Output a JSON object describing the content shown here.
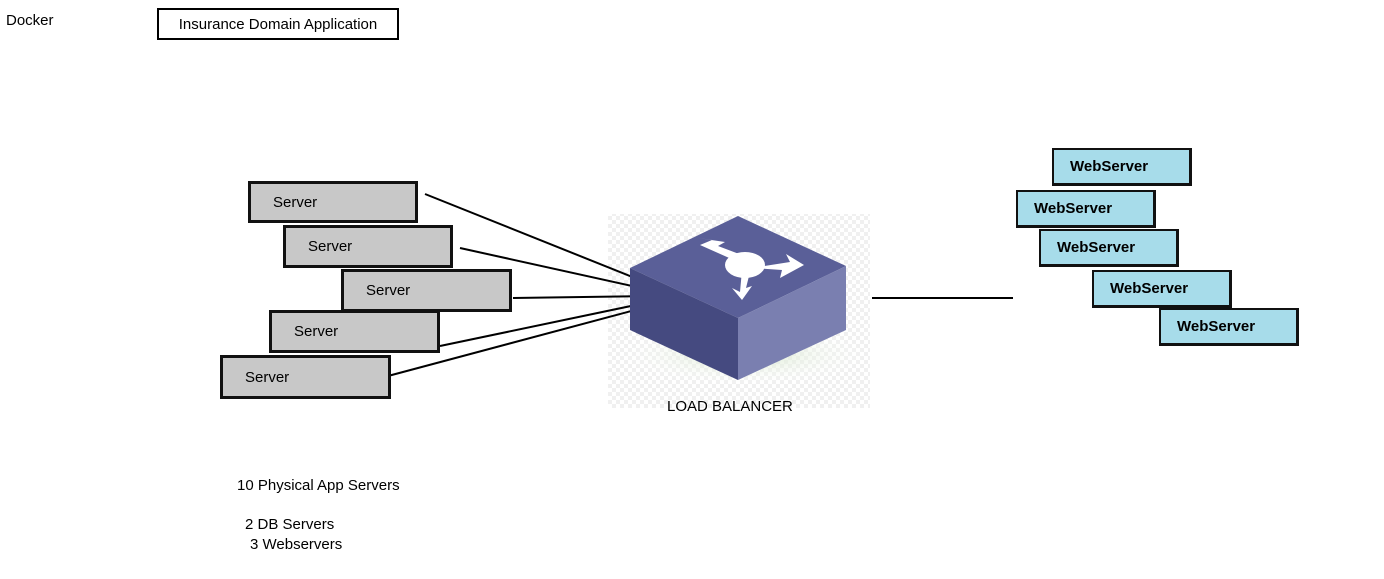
{
  "header": {
    "docker_label": "Docker",
    "title": "Insurance Domain Application"
  },
  "app_servers": [
    {
      "label": "Server"
    },
    {
      "label": "Server"
    },
    {
      "label": "Server"
    },
    {
      "label": "Server"
    },
    {
      "label": "Server"
    }
  ],
  "load_balancer": {
    "caption": "LOAD BALANCER",
    "icon": "router-icon"
  },
  "web_servers": [
    {
      "label": "WebServer"
    },
    {
      "label": "WebServer"
    },
    {
      "label": "WebServer"
    },
    {
      "label": "WebServer"
    },
    {
      "label": "WebServer"
    }
  ],
  "notes": {
    "physical": "10 Physical App Servers",
    "db": "2 DB Servers",
    "web": "3 Webservers"
  },
  "colors": {
    "server_fill": "#c8c8c8",
    "webserver_fill": "#a7dcea",
    "balancer_top": "#5a5f98",
    "balancer_front": "#454a80",
    "balancer_side": "#7a7fb0"
  }
}
